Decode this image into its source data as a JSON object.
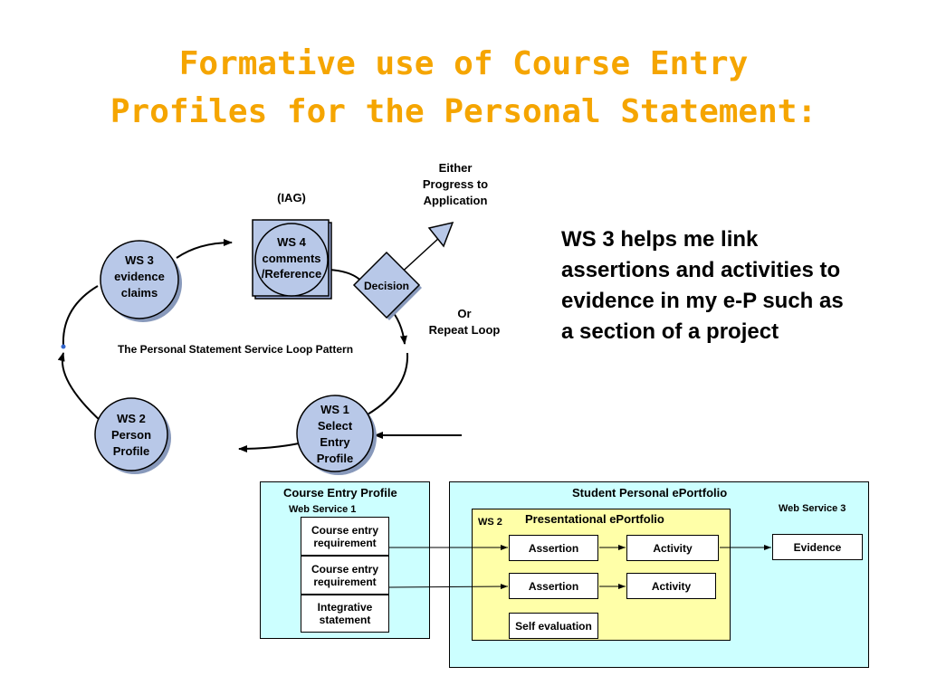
{
  "title": {
    "line1": "Formative use of Course Entry",
    "line2": "Profiles for the Personal Statement:"
  },
  "loop": {
    "iag": "(IAG)",
    "ws4": [
      "WS 4",
      "comments",
      "/Reference"
    ],
    "ws3": [
      "WS 3",
      "evidence",
      "claims"
    ],
    "ws2": [
      "WS 2",
      "Person",
      "Profile"
    ],
    "ws1": [
      "WS 1",
      "Select",
      "Entry",
      "Profile"
    ],
    "decision": "Decision",
    "either": [
      "Either",
      "Progress to",
      "Application"
    ],
    "or": [
      "Or",
      "Repeat Loop"
    ],
    "pattern": "The Personal Statement Service Loop Pattern"
  },
  "side_text": "WS 3 helps me link assertions and activities to evidence in my e-P such as a section of a project",
  "cep": {
    "title": "Course Entry Profile",
    "ws_label": "Web Service 1",
    "items": [
      "Course entry requirement",
      "Course entry requirement",
      "Integrative statement"
    ]
  },
  "spe": {
    "title": "Student Personal ePortfolio",
    "ws3_label": "Web Service 3",
    "pres_title": "Presentational ePortfolio",
    "ws2_label": "WS 2",
    "assertion1": "Assertion",
    "activity1": "Activity",
    "assertion2": "Assertion",
    "activity2": "Activity",
    "self_eval": "Self evaluation",
    "evidence": "Evidence"
  },
  "colors": {
    "title": "#f5a500",
    "node_fill": "#b8c8e8",
    "panel_cyan": "#ccffff",
    "panel_yellow": "#ffffa8"
  }
}
